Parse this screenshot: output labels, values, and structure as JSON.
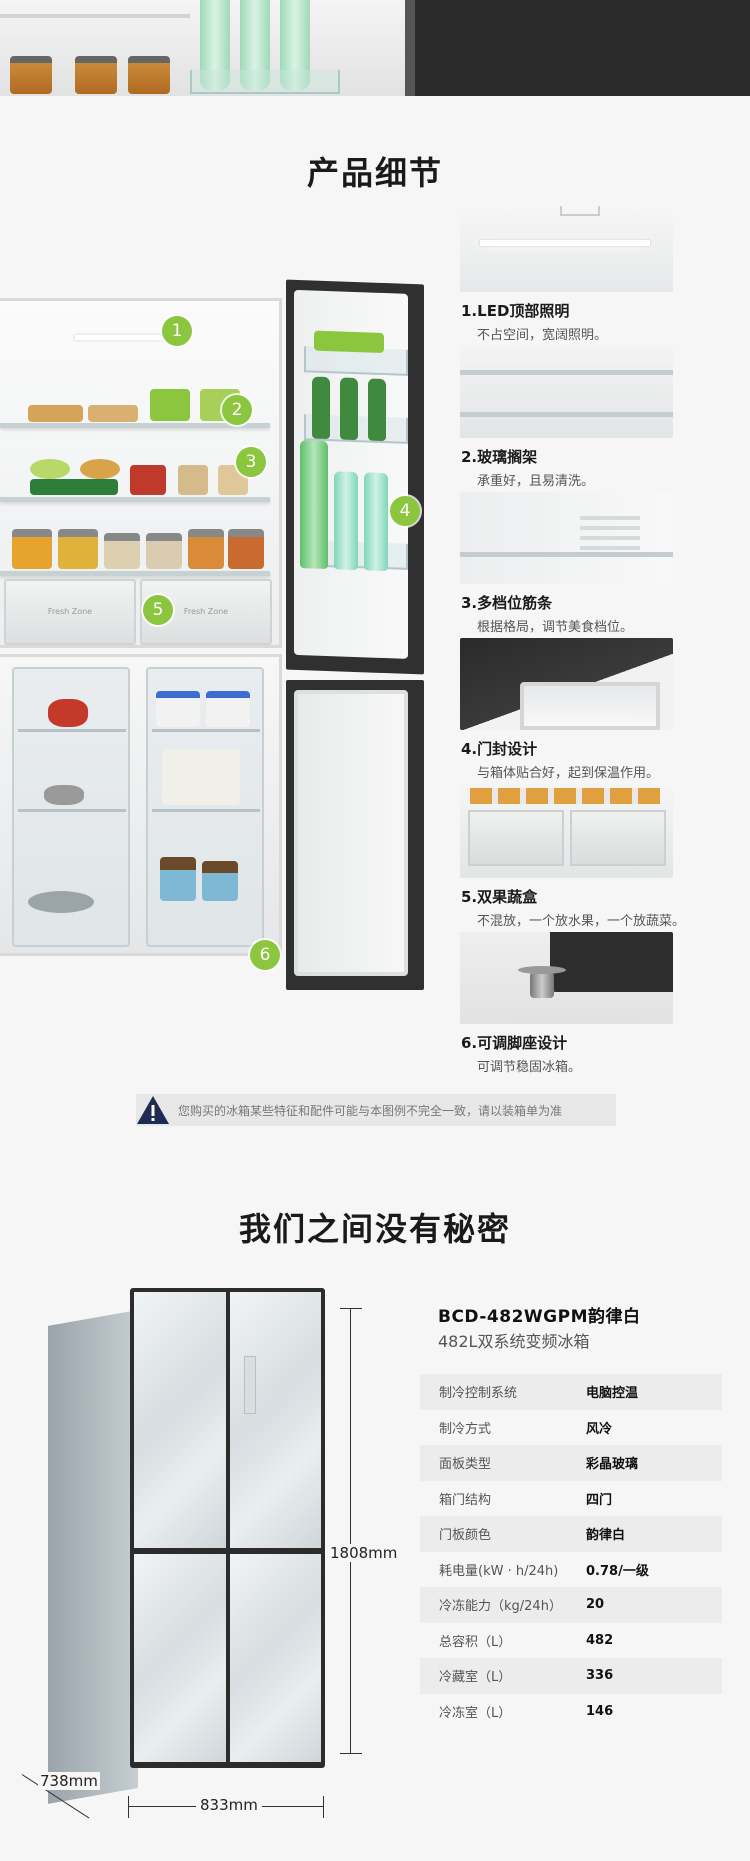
{
  "section1": {
    "title": "产品细节",
    "callouts": [
      "1",
      "2",
      "3",
      "4",
      "5",
      "6"
    ],
    "drawer_label": "Fresh Zone",
    "features": [
      {
        "title": "1.LED顶部照明",
        "desc": "不占空间，宽阔照明。"
      },
      {
        "title": "2.玻璃搁架",
        "desc": "承重好，且易清洗。"
      },
      {
        "title": "3.多档位筋条",
        "desc": "根据格局，调节美食档位。"
      },
      {
        "title": "4.门封设计",
        "desc": "与箱体贴合好，起到保温作用。"
      },
      {
        "title": "5.双果蔬盒",
        "desc": "不混放，一个放水果，一个放蔬菜。"
      },
      {
        "title": "6.可调脚座设计",
        "desc": "可调节稳固冰箱。"
      }
    ],
    "notice": "您购买的冰箱某些特征和配件可能与本图例不完全一致，请以装箱单为准"
  },
  "section2": {
    "title": "我们之间没有秘密",
    "dimensions": {
      "height": "1808mm",
      "depth": "738mm",
      "width": "833mm"
    },
    "model": "BCD-482WGPM韵律白",
    "subtitle": "482L双系统变频冰箱",
    "specs": [
      {
        "label": "制冷控制系统",
        "value": "电脑控温"
      },
      {
        "label": "制冷方式",
        "value": "风冷"
      },
      {
        "label": "面板类型",
        "value": "彩晶玻璃"
      },
      {
        "label": "箱门结构",
        "value": "四门"
      },
      {
        "label": "门板颜色",
        "value": "韵律白"
      },
      {
        "label": "耗电量(kW · h/24h)",
        "value": "0.78/一级"
      },
      {
        "label": "冷冻能力（kg/24h）",
        "value": "20"
      },
      {
        "label": "总容积（L）",
        "value": "482"
      },
      {
        "label": "冷藏室（L）",
        "value": "336"
      },
      {
        "label": "冷冻室（L）",
        "value": "146"
      }
    ]
  },
  "colors": {
    "callout_green": "#8cc63f",
    "door_dark": "#303030",
    "row_gray": "#ececec"
  },
  "icons": [
    "warning-icon"
  ]
}
